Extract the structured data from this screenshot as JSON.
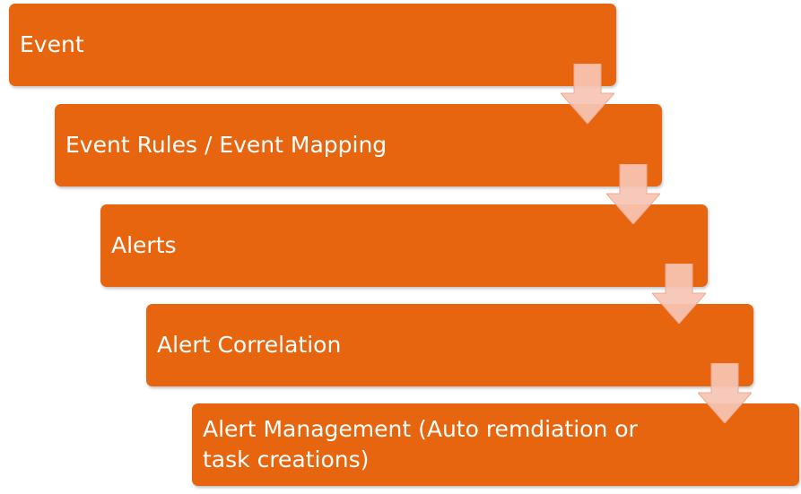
{
  "colors": {
    "step_fill": "#E8650F",
    "step_text": "#FFFFFF",
    "arrow_fill": "#F6C4B4",
    "arrow_stroke": "#F0A88F"
  },
  "steps": [
    {
      "label": "Event"
    },
    {
      "label": "Event Rules / Event Mapping"
    },
    {
      "label": "Alerts"
    },
    {
      "label": "Alert Correlation"
    },
    {
      "label": "Alert Management (Auto remdiation or task creations)"
    }
  ],
  "arrows": [
    {
      "icon": "down-arrow-icon"
    },
    {
      "icon": "down-arrow-icon"
    },
    {
      "icon": "down-arrow-icon"
    },
    {
      "icon": "down-arrow-icon"
    }
  ]
}
